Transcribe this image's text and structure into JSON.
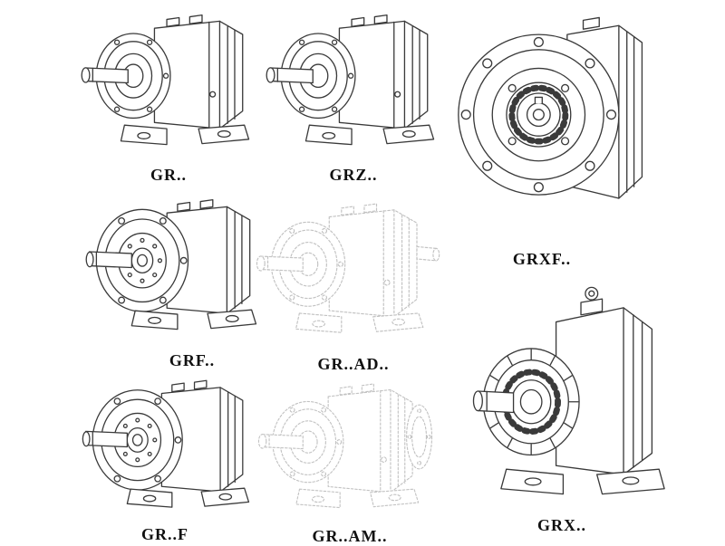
{
  "theme": {
    "ink": "#3a3a3a",
    "fade": "#c2c2c2",
    "bg": "#ffffff",
    "label": "#101010"
  },
  "items": [
    {
      "id": "gr",
      "label": "GR..",
      "drawing": "helical-gear-unit-foot-mounted",
      "line_style": "solid"
    },
    {
      "id": "grz",
      "label": "GRZ..",
      "drawing": "helical-gear-unit-foot-mounted",
      "line_style": "solid"
    },
    {
      "id": "grxf",
      "label": "GRXF..",
      "drawing": "helical-gear-unit-flange-front-view",
      "line_style": "solid"
    },
    {
      "id": "grf",
      "label": "GRF..",
      "drawing": "helical-gear-unit-flange-mounted",
      "line_style": "solid"
    },
    {
      "id": "gr-ad",
      "label": "GR..AD..",
      "drawing": "helical-gear-unit-with-input-adapter",
      "line_style": "phantom"
    },
    {
      "id": "gr-f",
      "label": "GR..F",
      "drawing": "helical-gear-unit-flange-mounted",
      "line_style": "solid"
    },
    {
      "id": "gr-am",
      "label": "GR..AM..",
      "drawing": "helical-gear-unit-with-motor-flange",
      "line_style": "phantom"
    },
    {
      "id": "grx",
      "label": "GRX..",
      "drawing": "helical-gear-unit-large-foot-mounted",
      "line_style": "solid"
    }
  ]
}
